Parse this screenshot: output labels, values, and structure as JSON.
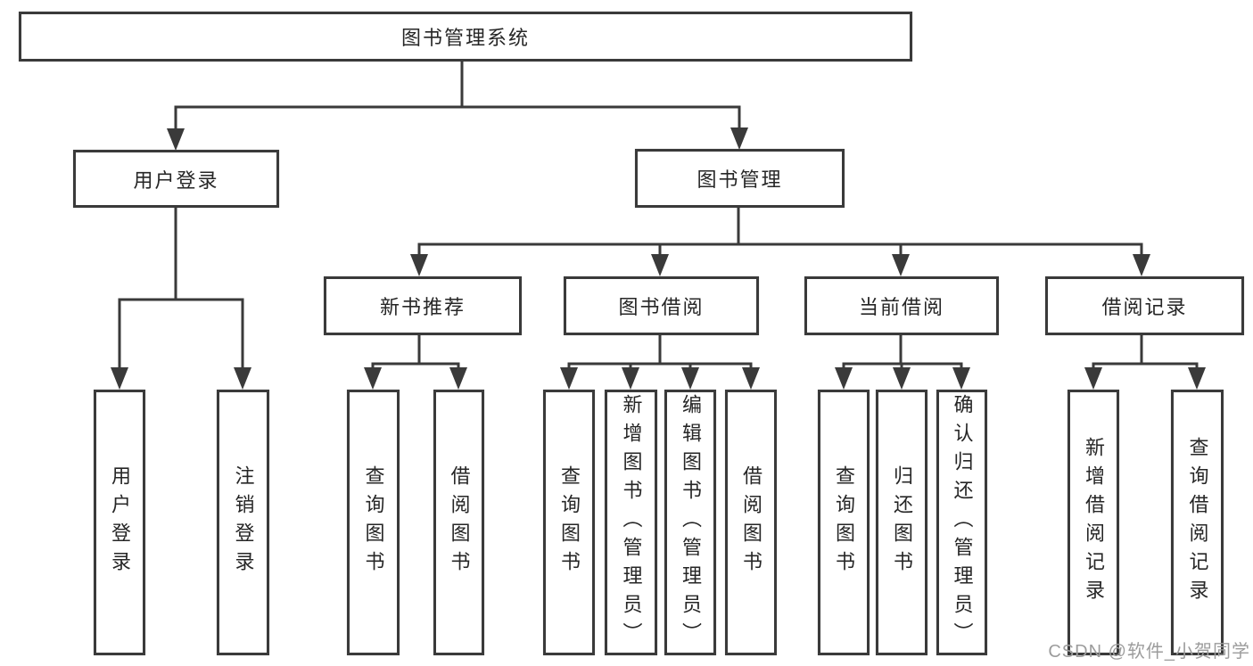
{
  "diagram": {
    "root": {
      "label": "图书管理系统"
    },
    "branches": [
      {
        "label": "用户登录",
        "children": [
          {
            "label": "用户登录"
          },
          {
            "label": "注销登录"
          }
        ]
      },
      {
        "label": "图书管理",
        "children": [
          {
            "label": "新书推荐",
            "children": [
              {
                "label": "查询图书"
              },
              {
                "label": "借阅图书"
              }
            ]
          },
          {
            "label": "图书借阅",
            "children": [
              {
                "label": "查询图书"
              },
              {
                "label": "新增图书（管理员）"
              },
              {
                "label": "编辑图书（管理员）"
              },
              {
                "label": "借阅图书"
              }
            ]
          },
          {
            "label": "当前借阅",
            "children": [
              {
                "label": "查询图书"
              },
              {
                "label": "归还图书"
              },
              {
                "label": "确认归还（管理员）"
              }
            ]
          },
          {
            "label": "借阅记录",
            "children": [
              {
                "label": "新增借阅记录"
              },
              {
                "label": "查询借阅记录"
              }
            ]
          }
        ]
      }
    ]
  },
  "watermark": {
    "text": "CSDN @软件_小贺同学"
  },
  "colors": {
    "line": "#3a3a3a",
    "text": "#262626",
    "watermark": "#9c9c9c",
    "background": "#ffffff"
  }
}
